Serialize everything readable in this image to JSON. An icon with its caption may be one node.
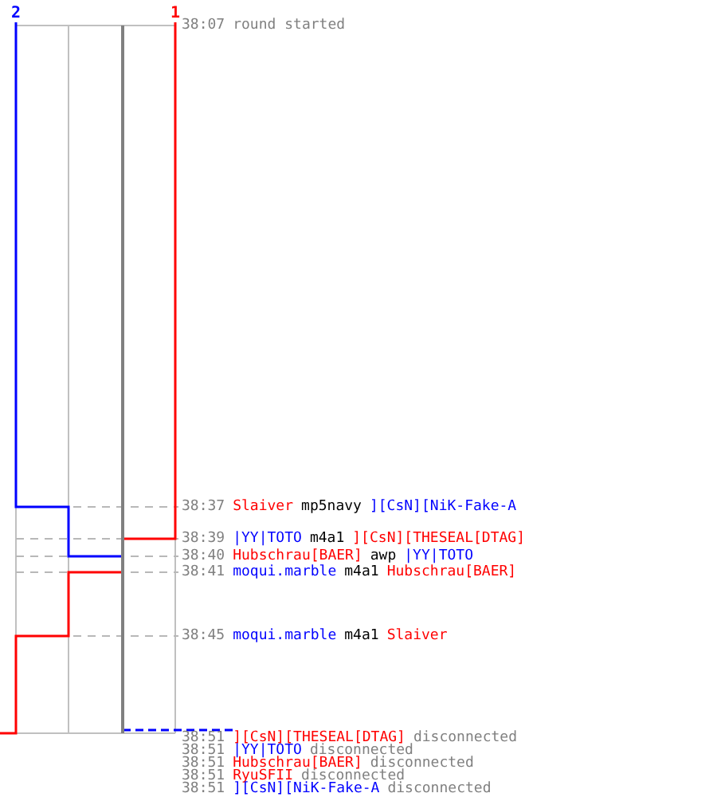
{
  "diagram": {
    "labels": [
      "2",
      "1",
      "38:07",
      "round started",
      "38:37",
      "Slaiver",
      "mp5navy",
      "][CsN][NiK-Fake-A",
      "38:39",
      "|YY|TOTO",
      "m4a1",
      "][CsN][THESEAL[DTAG]",
      "38:40",
      "Hubschrau[BAER]",
      "awp",
      "|YY|TOTO",
      "38:41",
      "moqui.marble",
      "m4a1",
      "Hubschrau[BAER]",
      "38:45",
      "moqui.marble",
      "m4a1",
      "Slaiver",
      "38:51",
      "][CsN][THESEAL[DTAG]",
      "disconnected",
      "38:51",
      "|YY|TOTO",
      "disconnected",
      "38:51",
      "Hubschrau[BAER]",
      "disconnected",
      "38:51",
      "RyuSFII",
      "disconnected",
      "38:51",
      "][CsN][NiK-Fake-A",
      "disconnected"
    ]
  }
}
